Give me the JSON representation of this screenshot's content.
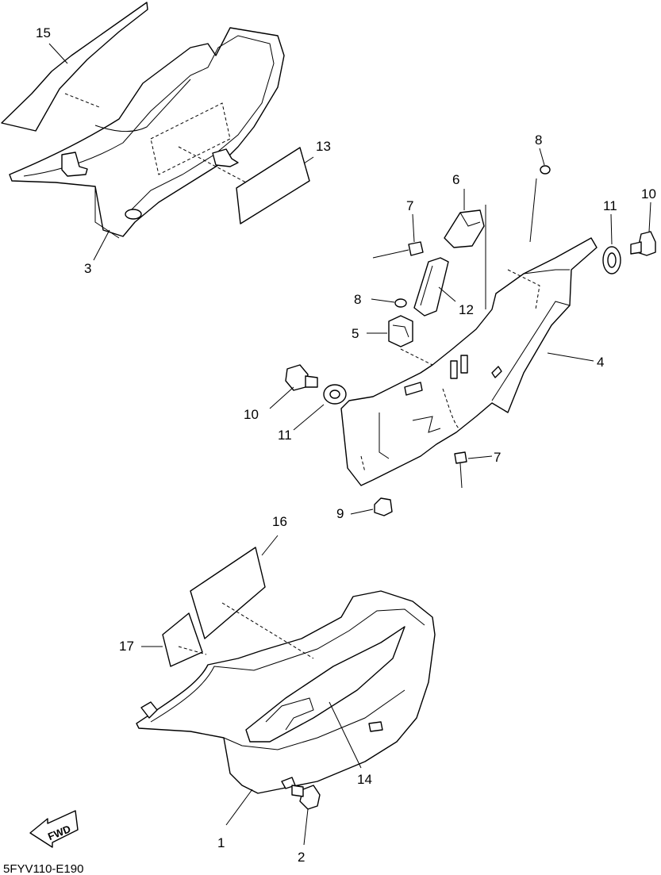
{
  "diagram_code": "5FYV110-E190",
  "fwd_label": "FWD",
  "callouts": [
    {
      "id": "c15",
      "label": "15"
    },
    {
      "id": "c13",
      "label": "13"
    },
    {
      "id": "c3",
      "label": "3"
    },
    {
      "id": "c8a",
      "label": "8"
    },
    {
      "id": "c6",
      "label": "6"
    },
    {
      "id": "c7a",
      "label": "7"
    },
    {
      "id": "c11a",
      "label": "11"
    },
    {
      "id": "c10a",
      "label": "10"
    },
    {
      "id": "c8b",
      "label": "8"
    },
    {
      "id": "c12",
      "label": "12"
    },
    {
      "id": "c5",
      "label": "5"
    },
    {
      "id": "c4",
      "label": "4"
    },
    {
      "id": "c10b",
      "label": "10"
    },
    {
      "id": "c11b",
      "label": "11"
    },
    {
      "id": "c7b",
      "label": "7"
    },
    {
      "id": "c9",
      "label": "9"
    },
    {
      "id": "c16",
      "label": "16"
    },
    {
      "id": "c17",
      "label": "17"
    },
    {
      "id": "c14",
      "label": "14"
    },
    {
      "id": "c1",
      "label": "1"
    },
    {
      "id": "c2",
      "label": "2"
    }
  ]
}
